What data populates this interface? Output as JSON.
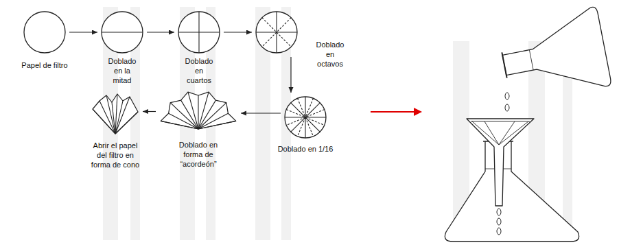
{
  "diagram": {
    "nodes": [
      {
        "text": [
          "Papel de filtro"
        ]
      },
      {
        "text": [
          "Doblado en la mitad"
        ]
      },
      {
        "text": [
          "Doblado en cuartos"
        ]
      },
      {
        "text": [
          "Doblado en octavos"
        ]
      },
      {
        "text": [
          "Doblado en 1/16"
        ]
      },
      {
        "text": [
          "Doblado en forma de “acordeón”"
        ]
      },
      {
        "text": [
          "Abrir el papel del filtro en forma de cono"
        ]
      }
    ],
    "edges": [
      {
        "from": 0,
        "to": 1,
        "arrow": "to"
      },
      {
        "from": 1,
        "to": 2,
        "arrow": "to"
      },
      {
        "from": 2,
        "to": 3,
        "arrow": "to"
      },
      {
        "from": 3,
        "to": 4,
        "arrow": "to"
      },
      {
        "from": 4,
        "to": 5,
        "arrow": "to"
      },
      {
        "from": 5,
        "to": 6,
        "arrow": "to"
      }
    ]
  }
}
